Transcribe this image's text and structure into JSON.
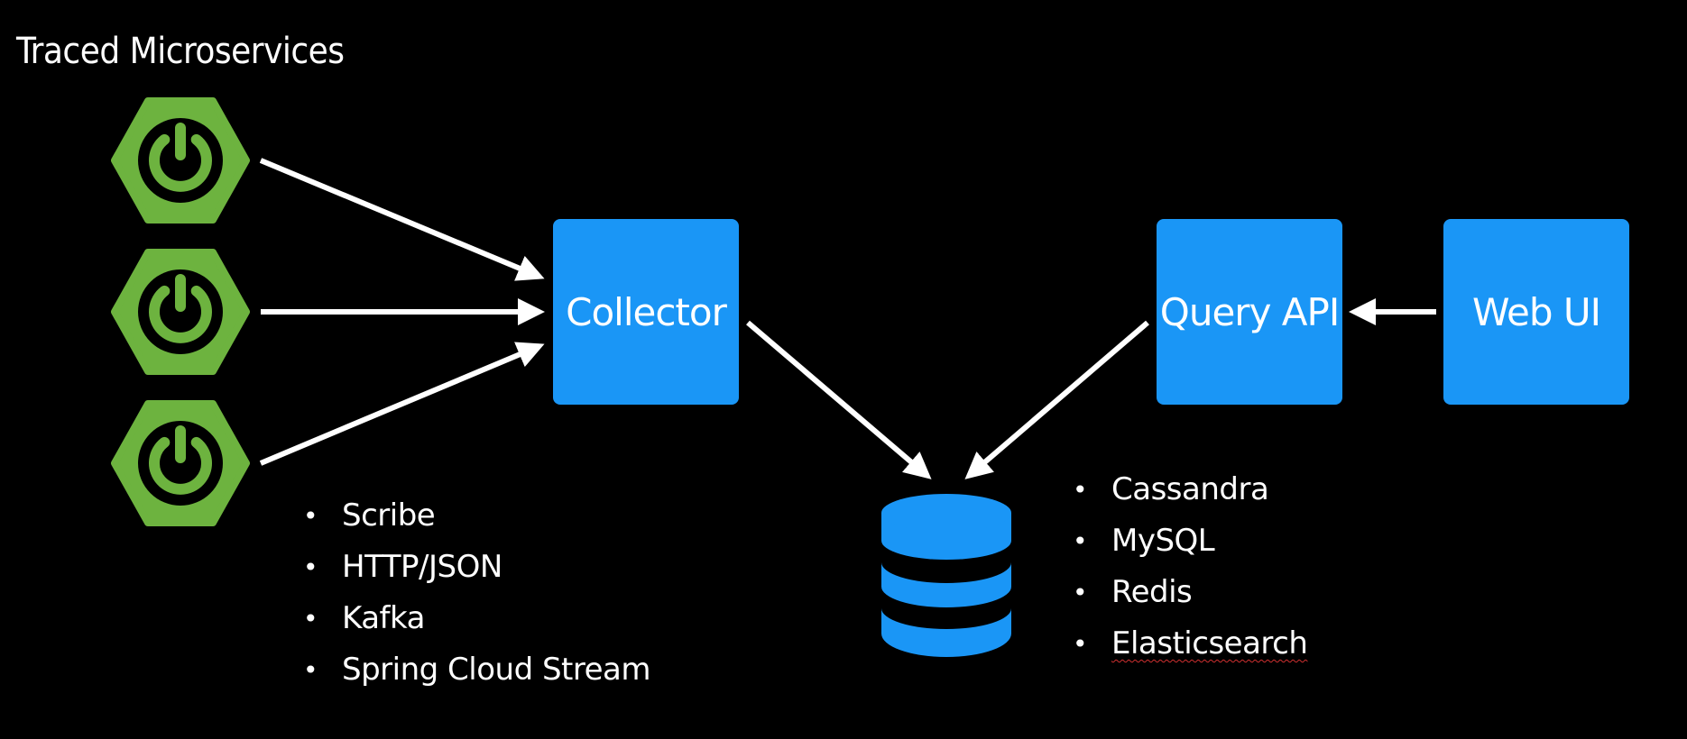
{
  "title": "Traced Microservices",
  "services": [
    {
      "icon": "spring-power-icon"
    },
    {
      "icon": "spring-power-icon"
    },
    {
      "icon": "spring-power-icon"
    }
  ],
  "nodes": {
    "collector": "Collector",
    "query_api": "Query API",
    "web_ui": "Web UI"
  },
  "database_icon": "database-icon",
  "transports": [
    "Scribe",
    "HTTP/JSON",
    "Kafka",
    "Spring Cloud Stream"
  ],
  "storages": [
    "Cassandra",
    "MySQL",
    "Redis",
    "Elasticsearch"
  ],
  "bullet": "•",
  "colors": {
    "background": "#000000",
    "box": "#1a96f6",
    "spring_green": "#6db33f",
    "arrow": "#ffffff",
    "spellcheck_underline": "#d03030"
  }
}
